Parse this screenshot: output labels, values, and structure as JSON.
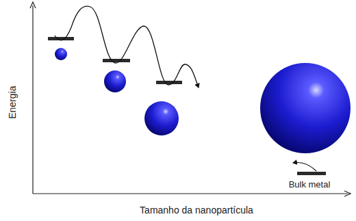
{
  "diagram": {
    "labels": [
      "Energia",
      "Tamanho da nanopartícula",
      "Bulk metal"
    ]
  }
}
